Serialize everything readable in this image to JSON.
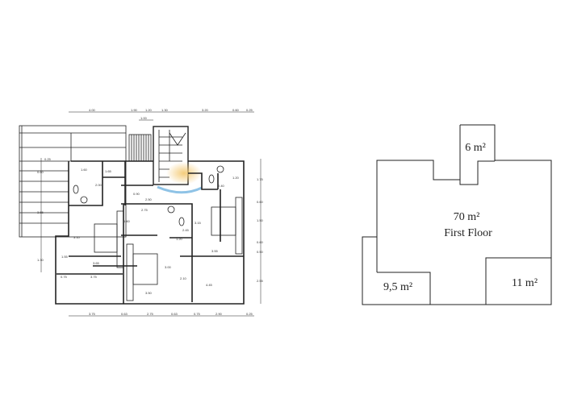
{
  "plan": {
    "top_dims": [
      "4.00",
      "1.90",
      "1.20",
      "1.30",
      "3.20",
      "0.60",
      "0.25"
    ],
    "top_sub_dim": "1.00",
    "bottom_dims": [
      "3.75",
      "0.63",
      "2.75",
      "0.63",
      "0.75",
      "2.90",
      "0.25"
    ],
    "right_dims": [
      "1.75",
      "0.60",
      "1.50",
      "0.60",
      "0.50",
      "2.55"
    ],
    "left_dims": [
      "0.25",
      "0.60",
      "3.55",
      "1.30"
    ],
    "interior_dims": [
      "1.60",
      "1.65",
      "2.00",
      "0.90",
      "2.50",
      "2.75",
      "1.60",
      "3.10",
      "3.65",
      "3.75",
      "0.75",
      "1.55",
      "3.50",
      "3.00",
      "2.10",
      "4.45",
      "3.15",
      "2.45",
      "1.20",
      "3.55",
      "2.40",
      "1.20"
    ],
    "colors": {
      "line": "#222222",
      "highlight": "#f3c66b",
      "water": "#8fc3e6"
    }
  },
  "areas": {
    "top": "6 m²",
    "main": "70 m²",
    "main_label": "First Floor",
    "bottom_left": "9,5 m²",
    "bottom_right": "11 m²"
  }
}
